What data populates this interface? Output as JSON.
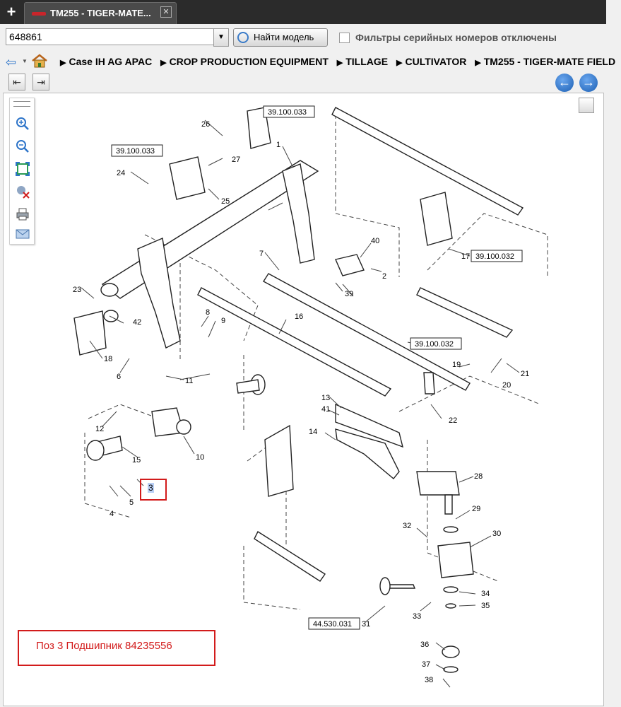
{
  "tab": {
    "title": "TM255 - TIGER-MATE...",
    "close": "✕"
  },
  "search": {
    "value": "648861",
    "find_button": "Найти модель",
    "filter_label": "Фильтры серийных номеров отключены"
  },
  "breadcrumb": [
    "Case IH AG APAC",
    "CROP PRODUCTION EQUIPMENT",
    "TILLAGE",
    "CULTIVATOR",
    "TM255 - TIGER-MATE FIELD"
  ],
  "diagram": {
    "refs": [
      "39.100.033",
      "39.100.033",
      "39.100.032",
      "39.100.032",
      "44.530.031"
    ],
    "highlight_label": "3",
    "callouts": [
      "1",
      "2",
      "4",
      "5",
      "6",
      "7",
      "8",
      "9",
      "10",
      "11",
      "12",
      "13",
      "14",
      "15",
      "16",
      "17",
      "18",
      "19",
      "20",
      "21",
      "22",
      "23",
      "24",
      "25",
      "26",
      "27",
      "28",
      "29",
      "30",
      "31",
      "32",
      "33",
      "34",
      "35",
      "36",
      "37",
      "38",
      "39",
      "40",
      "41",
      "42"
    ]
  },
  "note": "Поз 3 Подшипник 84235556",
  "colors": {
    "tabbar": "#2b2b2b",
    "highlight": "#d21b1b",
    "link": "#2d74c9"
  }
}
